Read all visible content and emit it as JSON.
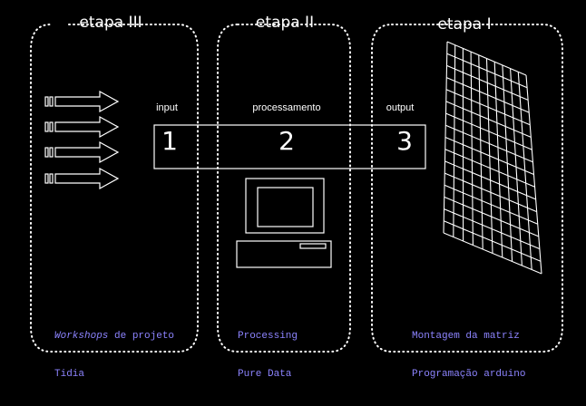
{
  "stages": [
    {
      "title": "etapa III",
      "caption_line1_em": "Workshops",
      "caption_line1_rest": " de projeto",
      "caption_line2": "Tidia"
    },
    {
      "title": "etapa II",
      "caption_line1_em": "",
      "caption_line1_rest": "Processing",
      "caption_line2": "Pure Data"
    },
    {
      "title": "etapa I",
      "caption_line1_em": "",
      "caption_line1_rest": "Montagem da matriz",
      "caption_line2": "Programação arduino"
    }
  ],
  "pipeline": {
    "labels": [
      "input",
      "processamento",
      "output"
    ],
    "numbers": [
      "1",
      "2",
      "3"
    ]
  },
  "colors": {
    "background": "#000000",
    "foreground": "#ffffff",
    "caption": "#8d84ff"
  },
  "icons": [
    "arrow-icon",
    "computer-icon",
    "led-matrix-icon"
  ]
}
